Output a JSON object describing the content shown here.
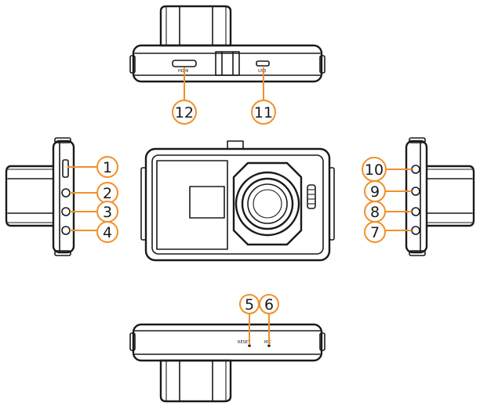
{
  "callouts": [
    {
      "id": 1,
      "label": "1"
    },
    {
      "id": 2,
      "label": "2"
    },
    {
      "id": 3,
      "label": "3"
    },
    {
      "id": 4,
      "label": "4"
    },
    {
      "id": 5,
      "label": "5"
    },
    {
      "id": 6,
      "label": "6"
    },
    {
      "id": 7,
      "label": "7"
    },
    {
      "id": 8,
      "label": "8"
    },
    {
      "id": 9,
      "label": "9"
    },
    {
      "id": 10,
      "label": "10"
    },
    {
      "id": 11,
      "label": "11"
    },
    {
      "id": 12,
      "label": "12"
    }
  ],
  "port_labels": {
    "hdmi": "HDMI",
    "usb": "USB",
    "reset": "RESET",
    "mic": "MIC"
  },
  "colors": {
    "callout_ring": "#f0902a",
    "line_art": "#1a1a1a",
    "background": "#ffffff"
  }
}
